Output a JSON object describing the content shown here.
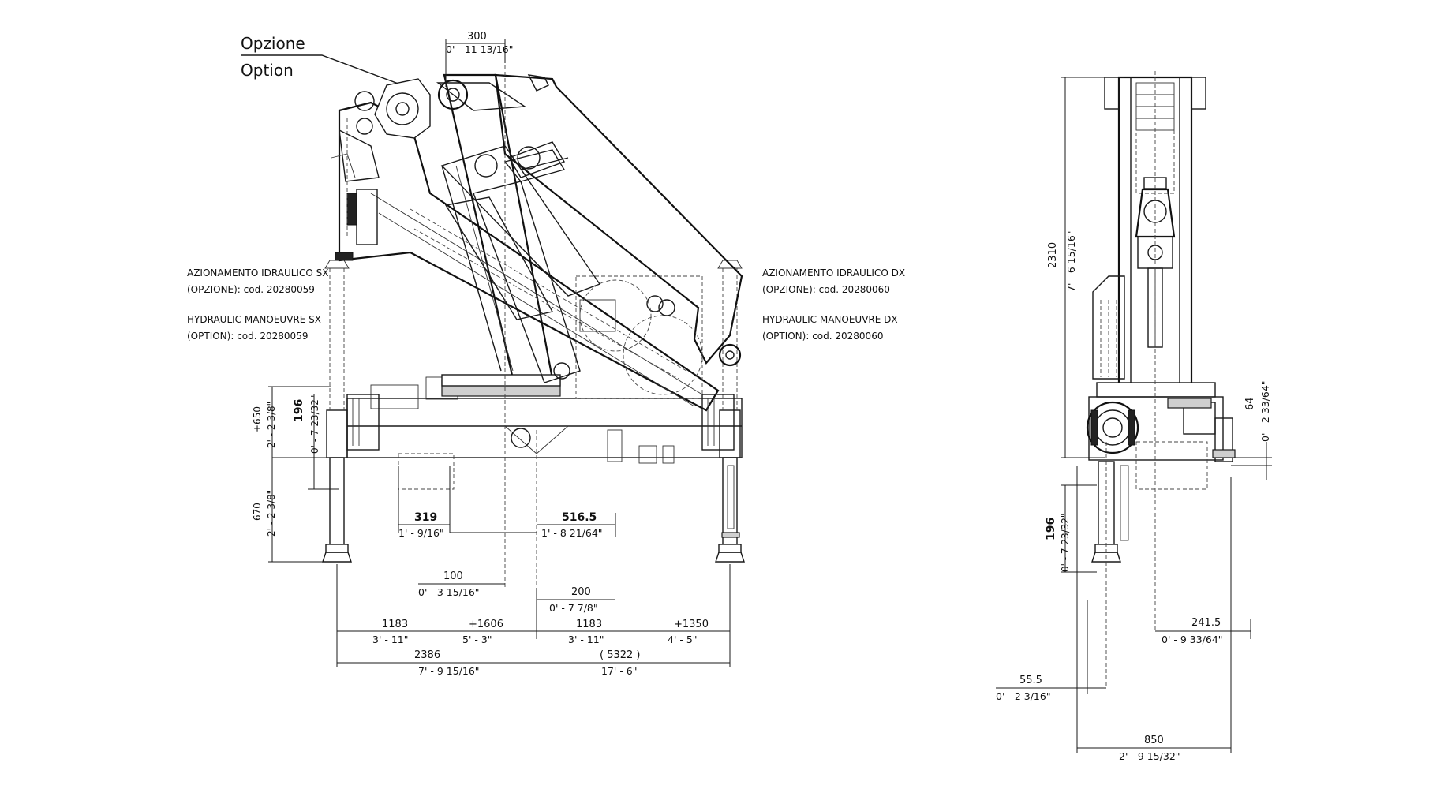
{
  "labels": {
    "option_it": "Opzione",
    "option_en": "Option",
    "sx_line1": "AZIONAMENTO IDRAULICO SX",
    "sx_line2": "(OPZIONE): cod. 20280059",
    "sx_line3": "HYDRAULIC MANOEUVRE SX",
    "sx_line4": "(OPTION):  cod. 20280059",
    "dx_line1": "AZIONAMENTO IDRAULICO DX",
    "dx_line2": "(OPZIONE): cod. 20280060",
    "dx_line3": "HYDRAULIC MANOEUVRE DX",
    "dx_line4": "(OPTION):   cod. 20280060"
  },
  "dimensions": {
    "d300": "300",
    "d300_imp": "0' - 11 13/16\"",
    "d650": "+650",
    "d650_imp": "2' - 2 3/8\"",
    "d196_side": "196",
    "d196_side_imp": "0' - 7 23/32\"",
    "d670": "670",
    "d670_imp": "2' - 2 3/8\"",
    "d319": "319",
    "d319_imp": "1' - 9/16\"",
    "d516": "516.5",
    "d516_imp": "1' - 8 21/64\"",
    "d100": "100",
    "d100_imp": "0' - 3 15/16\"",
    "d200": "200",
    "d200_imp": "0' - 7 7/8\"",
    "d1183a": "1183",
    "d1183a_imp": "3' - 11\"",
    "d1606": "+1606",
    "d1606_imp": "5' - 3\"",
    "d1183b": "1183",
    "d1183b_imp": "3' - 11\"",
    "d1350": "+1350",
    "d1350_imp": "4' - 5\"",
    "d2386": "2386",
    "d2386_imp": "7' - 9 15/16\"",
    "d5322": "( 5322 )",
    "d5322_imp": "17' -  6\"",
    "d2310": "2310",
    "d2310_imp": "7' - 6 15/16\"",
    "d64": "64",
    "d64_imp": "0' - 2 33/64\"",
    "d196_front": "196",
    "d196_front_imp": "0' - 7 23/32\"",
    "d241": "241.5",
    "d241_imp": "0' - 9 33/64\"",
    "d55": "55.5",
    "d55_imp": "0' - 2 3/16\"",
    "d850": "850",
    "d850_imp": "2' - 9 15/32\""
  }
}
